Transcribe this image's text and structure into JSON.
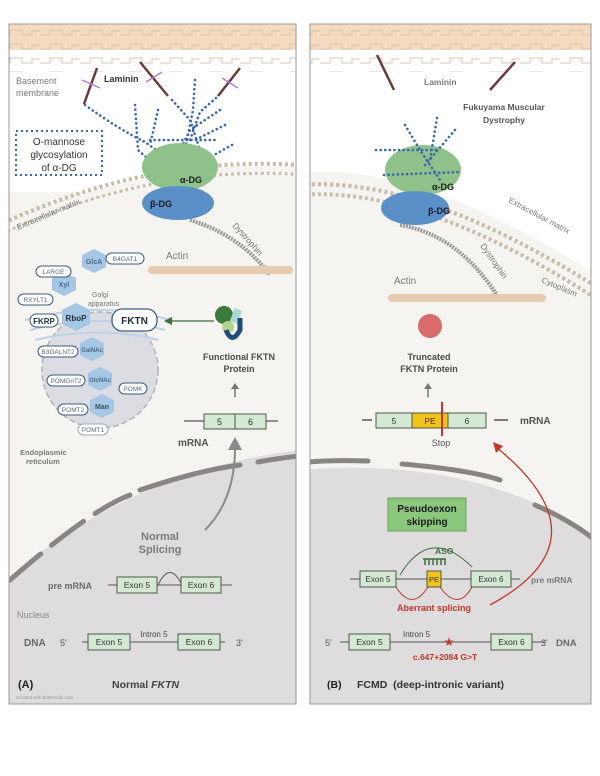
{
  "panel_a": {
    "basement_membrane_label": [
      "Basement",
      "membrane"
    ],
    "laminin_label": "Laminin",
    "glycosylation_box": [
      "O-mannose",
      "glycosylation",
      "of α-DG"
    ],
    "alpha_dg_label": "α-DG",
    "beta_dg_label": "β-DG",
    "extracellular_matrix_label": "Extracellular matrix",
    "dystrophin_label": "Dystrophin",
    "actin_label": "Actin",
    "enzymes": {
      "large": "LARGE",
      "b4gat1": "B4GAT1",
      "rxylt1": "RXYLT1",
      "fkrp": "FKRP",
      "fktn": "FKTN",
      "b3galnt2": "B3GALNT2",
      "pomgnt2": "POMGnT2",
      "pomk": "POMK",
      "pomt2": "POMT2",
      "pomt1": "POMT1"
    },
    "sugars": {
      "glca": "GlcA",
      "xyl": "Xyl",
      "rbop": "RboP",
      "galnac": "GalNAc",
      "glcnac": "GlcNAc",
      "man": "Man"
    },
    "golgi_label": [
      "Golgi",
      "apparatus"
    ],
    "er_label": [
      "Endoplasmic",
      "reticulum"
    ],
    "protein_label": [
      "Functional FKTN",
      "Protein"
    ],
    "mrna_label": "mRNA",
    "mrna_exons": [
      "5",
      "6"
    ],
    "splicing_label": [
      "Normal",
      "Splicing"
    ],
    "pre_mrna_label": "pre mRNA",
    "pre_mrna_exons": [
      "Exon 5",
      "Exon 6"
    ],
    "nucleus_label": "Nucleus",
    "dna_label": "DNA",
    "five_prime": "5'",
    "three_prime": "3'",
    "dna_exons": [
      "Exon 5",
      "Exon 6"
    ],
    "intron_label": "Intron 5",
    "panel_letter": "(A)",
    "panel_title_prefix": "Normal ",
    "panel_title_gene": "FKTN",
    "credit": "Created with BioRender.com"
  },
  "panel_b": {
    "laminin_label": "Laminin",
    "disease_label": [
      "Fukuyama Muscular",
      "Dystrophy"
    ],
    "alpha_dg_label": "α-DG",
    "beta_dg_label": "β-DG",
    "extracellular_matrix_label": "Extracellular matrix",
    "dystrophin_label": "Dystrophin",
    "cytoplasm_label": "Cytoplasm",
    "actin_label": "Actin",
    "protein_label": [
      "Truncated",
      "FKTN Protein"
    ],
    "mrna_label": "mRNA",
    "mrna_segments": [
      "5",
      "PE",
      "6"
    ],
    "stop_label": "Stop",
    "pseudoexon_box": [
      "Pseudoexon",
      "skipping"
    ],
    "aso_label": "ASO",
    "pre_mrna_label": "pre mRNA",
    "pre_mrna_exons": [
      "Exon 5",
      "PE",
      "Exon 6"
    ],
    "aberrant_label": "Aberrant splicing",
    "dna_label": "DNA",
    "five_prime": "5'",
    "three_prime": "3'",
    "dna_exons": [
      "Exon 5",
      "Exon 6"
    ],
    "intron_label": "Intron 5",
    "variant_label": "c.647+2084 G>T",
    "panel_letter": "(B)",
    "panel_title": "FCMD  (deep-intronic variant)"
  },
  "colors": {
    "exon_fill": "#d5e8d4",
    "exon_stroke": "#4a6a4a",
    "pe_fill": "#f2c318",
    "red": "#c0392b",
    "dg_alpha": "#8fc28a",
    "dg_beta": "#5b8fc7",
    "glycan_dots": "#3a67a8",
    "nucleus": "#dcdcdc",
    "cytoplasm": "#f6f4f0",
    "membrane_band": "#f5dcc0",
    "pseudoexon_box": "#8cc77e"
  }
}
